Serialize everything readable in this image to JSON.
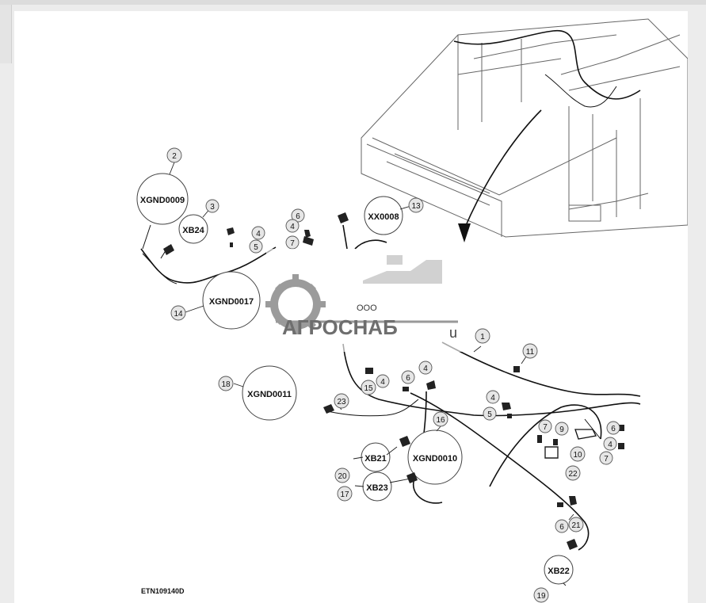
{
  "connectors": {
    "xgnd0009": "XGND0009",
    "xgnd0017": "XGND0017",
    "xgnd0011": "XGND0011",
    "xgnd0010": "XGND0010",
    "xb24": "XB24",
    "xx0008": "XX0008",
    "xb21": "XB21",
    "xb23": "XB23",
    "xb22": "XB22"
  },
  "callouts": {
    "c1": "1",
    "c2": "2",
    "c3": "3",
    "c4a": "4",
    "c4b": "4",
    "c4c": "4",
    "c4d": "4",
    "c4e": "4",
    "c4f": "4",
    "c5a": "5",
    "c5b": "5",
    "c6a": "6",
    "c6b": "6",
    "c6c": "6",
    "c6d": "6",
    "c7a": "7",
    "c7b": "7",
    "c7c": "7",
    "c9": "9",
    "c10": "10",
    "c11": "11",
    "c13": "13",
    "c14": "14",
    "c15": "15",
    "c16": "16",
    "c17": "17",
    "c18": "18",
    "c19": "19",
    "c20": "20",
    "c21": "21",
    "c22": "22",
    "c23": "23"
  },
  "figure_code": "ETN109140D",
  "watermark": {
    "company_prefix": "ООО",
    "company_name": "АГРОСНАБ",
    "trailing": "u"
  }
}
